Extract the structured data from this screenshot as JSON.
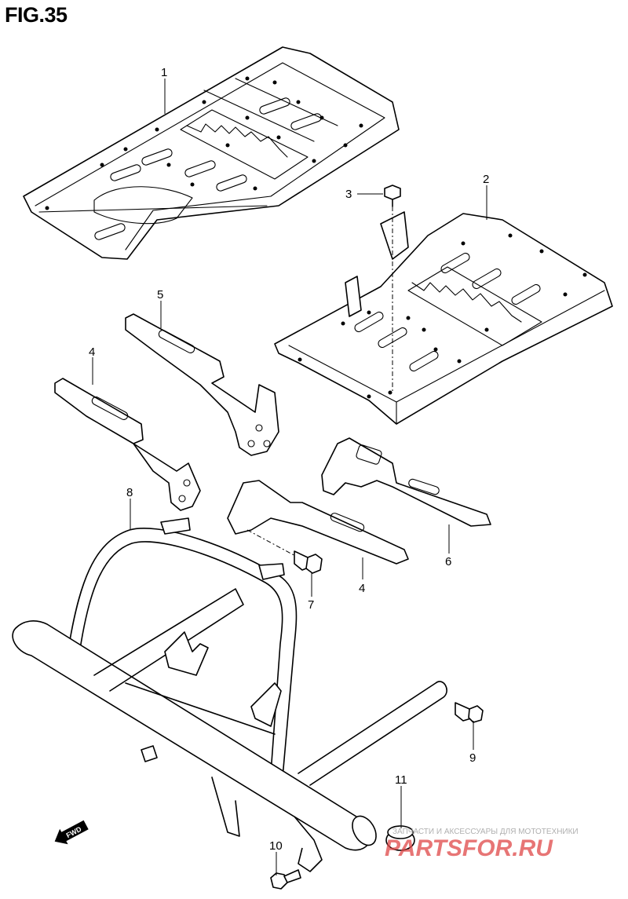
{
  "figure": {
    "title": "FIG.35"
  },
  "callouts": [
    {
      "id": "1",
      "label": "1"
    },
    {
      "id": "2",
      "label": "2"
    },
    {
      "id": "3",
      "label": "3"
    },
    {
      "id": "4a",
      "label": "4"
    },
    {
      "id": "4b",
      "label": "4"
    },
    {
      "id": "5",
      "label": "5"
    },
    {
      "id": "6",
      "label": "6"
    },
    {
      "id": "7",
      "label": "7"
    },
    {
      "id": "8",
      "label": "8"
    },
    {
      "id": "9",
      "label": "9"
    },
    {
      "id": "10",
      "label": "10"
    },
    {
      "id": "11",
      "label": "11"
    }
  ],
  "fwd_badge": {
    "label": "FWD"
  },
  "watermark": {
    "line": "ЗАПЧАСТИ И АКСЕССУАРЫ ДЛЯ МОТОТЕХНИКИ",
    "brand": "PARTSFOR.RU"
  }
}
